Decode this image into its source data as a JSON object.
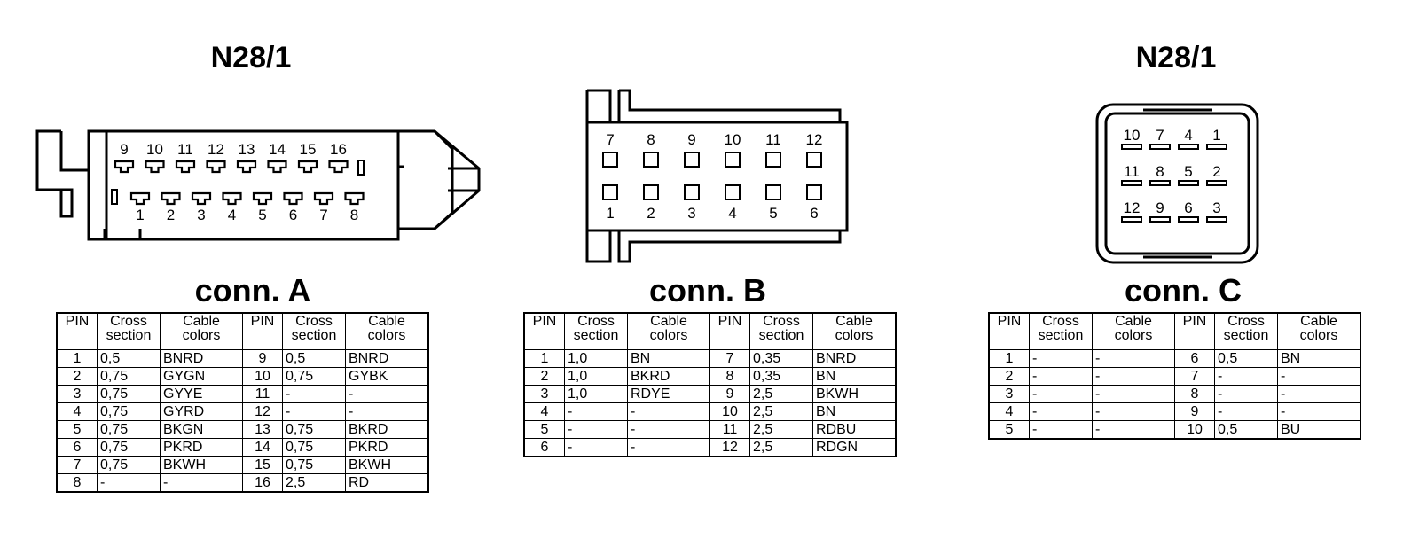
{
  "connectors": [
    {
      "id": "A",
      "title": "N28/1",
      "label": "conn. A",
      "pins_top": [
        "9",
        "10",
        "11",
        "12",
        "13",
        "14",
        "15",
        "16"
      ],
      "pins_bottom": [
        "1",
        "2",
        "3",
        "4",
        "5",
        "6",
        "7",
        "8"
      ],
      "headers": [
        "PIN",
        "Cross section",
        "Cable colors",
        "PIN",
        "Cross section",
        "Cable colors"
      ],
      "rows": [
        [
          "1",
          "0,5",
          "BNRD",
          "9",
          "0,5",
          "BNRD"
        ],
        [
          "2",
          "0,75",
          "GYGN",
          "10",
          "0,75",
          "GYBK"
        ],
        [
          "3",
          "0,75",
          "GYYE",
          "11",
          "-",
          "-"
        ],
        [
          "4",
          "0,75",
          "GYRD",
          "12",
          "-",
          "-"
        ],
        [
          "5",
          "0,75",
          "BKGN",
          "13",
          "0,75",
          "BKRD"
        ],
        [
          "6",
          "0,75",
          "PKRD",
          "14",
          "0,75",
          "PKRD"
        ],
        [
          "7",
          "0,75",
          "BKWH",
          "15",
          "0,75",
          "BKWH"
        ],
        [
          "8",
          "-",
          "-",
          "16",
          "2,5",
          "RD"
        ]
      ]
    },
    {
      "id": "B",
      "title": "",
      "label": "conn. B",
      "pins_top": [
        "7",
        "8",
        "9",
        "10",
        "11",
        "12"
      ],
      "pins_bottom": [
        "1",
        "2",
        "3",
        "4",
        "5",
        "6"
      ],
      "headers": [
        "PIN",
        "Cross section",
        "Cable colors",
        "PIN",
        "Cross section",
        "Cable colors"
      ],
      "rows": [
        [
          "1",
          "1,0",
          "BN",
          "7",
          "0,35",
          "BNRD"
        ],
        [
          "2",
          "1,0",
          "BKRD",
          "8",
          "0,35",
          "BN"
        ],
        [
          "3",
          "1,0",
          "RDYE",
          "9",
          "2,5",
          "BKWH"
        ],
        [
          "4",
          "-",
          "-",
          "10",
          "2,5",
          "BN"
        ],
        [
          "5",
          "-",
          "-",
          "11",
          "2,5",
          "RDBU"
        ],
        [
          "6",
          "-",
          "-",
          "12",
          "2,5",
          "RDGN"
        ]
      ]
    },
    {
      "id": "C",
      "title": "N28/1",
      "label": "conn. C",
      "pin_grid": [
        [
          "10",
          "7",
          "4",
          "1"
        ],
        [
          "11",
          "8",
          "5",
          "2"
        ],
        [
          "12",
          "9",
          "6",
          "3"
        ]
      ],
      "headers": [
        "PIN",
        "Cross section",
        "Cable colors",
        "PIN",
        "Cross section",
        "Cable colors"
      ],
      "rows": [
        [
          "1",
          "-",
          "-",
          "6",
          "0,5",
          "BN"
        ],
        [
          "2",
          "-",
          "-",
          "7",
          "-",
          "-"
        ],
        [
          "3",
          "-",
          "-",
          "8",
          "-",
          "-"
        ],
        [
          "4",
          "-",
          "-",
          "9",
          "-",
          "-"
        ],
        [
          "5",
          "-",
          "-",
          "10",
          "0,5",
          "BU"
        ]
      ]
    }
  ]
}
